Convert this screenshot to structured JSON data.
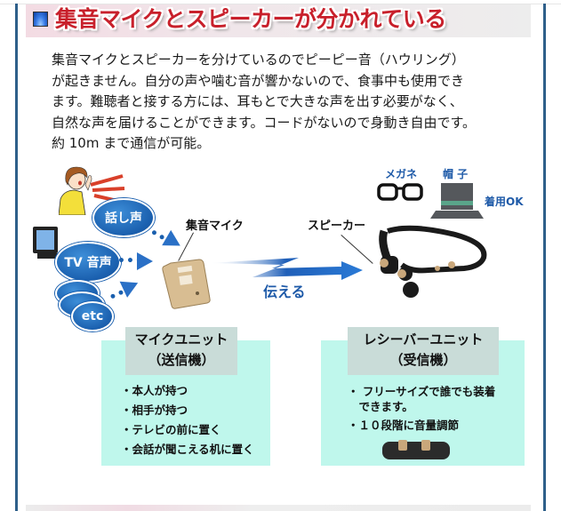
{
  "section": {
    "title": "集音マイクとスピーカーが分かれている",
    "icon": "blue-square-icon",
    "colors": {
      "title": "#c8202b",
      "frame": "#2e5f8a",
      "unit_box": "#bff7ec",
      "unit_header": "#c9dcd8",
      "accent_blue": "#1a5fae"
    }
  },
  "description": {
    "lines": [
      "集音マイクとスピーカーを分けているのでピーピー音（ハウリング）",
      "が起きません。自分の声や噛む音が響かないので、食事中も使用でき",
      "ます。難聴者と接する方には、耳もとで大きな声を出す必要がなく、",
      "自然な声を届けることができます。コードがないので身動き自由です。",
      "約 10m まで通信が可能。"
    ]
  },
  "diagram": {
    "sources": [
      "話し声",
      "TV 音声",
      "etc"
    ],
    "mic_label": "集音マイク",
    "speaker_label": "スピーカー",
    "transmit_label": "伝える",
    "accessories": {
      "glasses": "メガネ",
      "hat": "帽 子",
      "wearable": "着用OK"
    }
  },
  "units": [
    {
      "title": "マイクユニット",
      "subtitle": "（送信機）",
      "items": [
        "・本人が持つ",
        "・相手が持つ",
        "・テレビの前に置く",
        "・会話が聞こえる机に置く"
      ]
    },
    {
      "title": "レシーバーユニット",
      "subtitle": "（受信機）",
      "items": [
        "・ フリーサイズで誰でも装着",
        "　できます。",
        "・１０段階に音量調節"
      ]
    }
  ]
}
